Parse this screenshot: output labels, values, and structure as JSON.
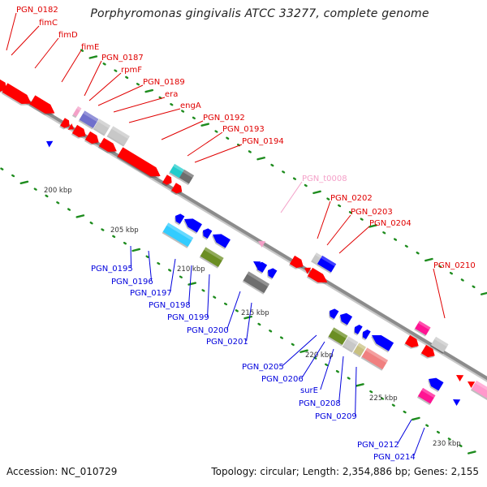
{
  "title": "Porphyromonas gingivalis ATCC 33277, complete genome",
  "footer": {
    "accession": "Accession: NC_010729",
    "summary": "Topology: circular; Length: 2,354,886 bp; Genes: 2,155"
  },
  "colors": {
    "backbone": "#8c8c8c",
    "tick": "#1e8c1e",
    "forward_label": "#e00000",
    "reverse_label": "#0000dd",
    "trna_label": "#f4a0c8",
    "cds_red": "#ff0000",
    "cds_blue": "#0000ff",
    "gray": "#c8c8c8",
    "dark_gray": "#6e6e6e",
    "cyan": "#22cccc",
    "light_blue": "#33ccff",
    "purple": "#7070cc",
    "olive": "#6b8e23",
    "khaki": "#c8c080",
    "salmon": "#f08080",
    "magenta": "#ff1493",
    "pink": "#ff99cc",
    "light_pink": "#f4a0c8"
  },
  "ticks": {
    "labels": [
      "200 kbp",
      "205 kbp",
      "210 kbp",
      "215 kbp",
      "220 kbp",
      "225 kbp",
      "230 kbp"
    ]
  },
  "forward_labels": [
    {
      "name": "PGN_0182"
    },
    {
      "name": "fimC"
    },
    {
      "name": "fimD"
    },
    {
      "name": "fimE"
    },
    {
      "name": "PGN_0187"
    },
    {
      "name": "rpmF"
    },
    {
      "name": "PGN_0189"
    },
    {
      "name": "era"
    },
    {
      "name": "engA"
    },
    {
      "name": "PGN_0192"
    },
    {
      "name": "PGN_0193"
    },
    {
      "name": "PGN_0194"
    },
    {
      "name": "PGN_t0008",
      "trna": true
    },
    {
      "name": "PGN_0202"
    },
    {
      "name": "PGN_0203"
    },
    {
      "name": "PGN_0204"
    },
    {
      "name": "PGN_0210"
    }
  ],
  "reverse_labels": [
    {
      "name": "PGN_0195"
    },
    {
      "name": "PGN_0196"
    },
    {
      "name": "PGN_0197"
    },
    {
      "name": "PGN_0198"
    },
    {
      "name": "PGN_0199"
    },
    {
      "name": "PGN_0200"
    },
    {
      "name": "PGN_0201"
    },
    {
      "name": "PGN_0205"
    },
    {
      "name": "PGN_0206"
    },
    {
      "name": "surE"
    },
    {
      "name": "PGN_0208"
    },
    {
      "name": "PGN_0209"
    },
    {
      "name": "PGN_0212"
    },
    {
      "name": "PGN_0214"
    }
  ]
}
